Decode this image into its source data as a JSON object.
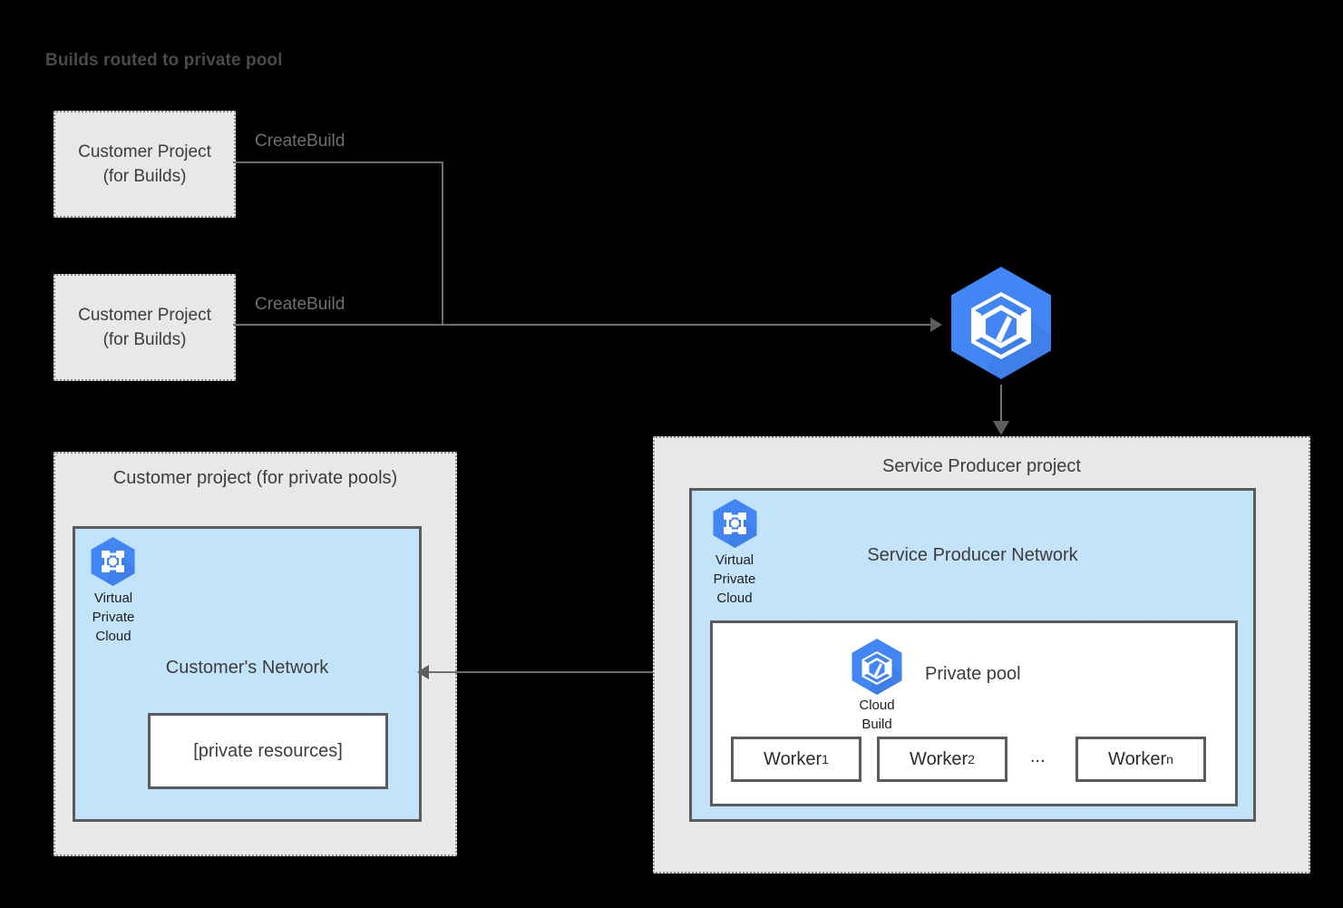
{
  "diagram": {
    "title": "Builds routed to private pool",
    "background": "#000000",
    "accent_blue": "#4285F4",
    "network_fill": "#C2E3F9",
    "panel_fill": "#E8E8E8"
  },
  "customer_projects": [
    {
      "line1": "Customer Project",
      "line2": "(for Builds)",
      "edge_label": "CreateBuild"
    },
    {
      "line1": "Customer Project",
      "line2": "(for Builds)",
      "edge_label": "CreateBuild"
    }
  ],
  "cloud_build_service": {
    "icon": "cloud-build-icon"
  },
  "left_panel": {
    "title": "Customer project (for private pools)",
    "network": {
      "title": "Customer's Network",
      "vpc_icon_caption": "Virtual\nPrivate\nCloud",
      "vpc_caption_lines": [
        "Virtual",
        "Private",
        "Cloud"
      ],
      "resource_box": "[private resources]"
    }
  },
  "right_panel": {
    "title": "Service Producer project",
    "network": {
      "title": "Service Producer Network",
      "vpc_caption_lines": [
        "Virtual",
        "Private",
        "Cloud"
      ],
      "pool": {
        "title": "Private pool",
        "icon_caption_lines": [
          "Cloud",
          "Build"
        ],
        "workers": [
          {
            "label": "Worker",
            "sub": "1"
          },
          {
            "label": "Worker",
            "sub": "2"
          },
          {
            "label": "Worker",
            "sub": "n"
          }
        ],
        "ellipsis": "..."
      }
    }
  }
}
